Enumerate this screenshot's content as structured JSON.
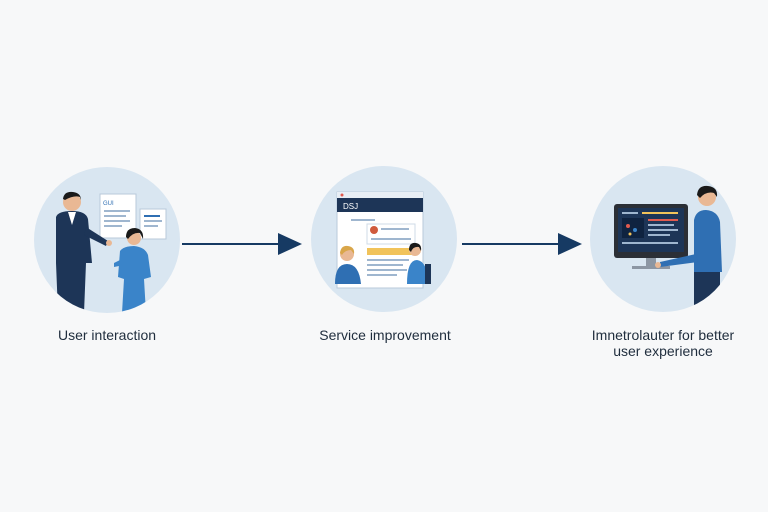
{
  "colors": {
    "background": "#f7f8f9",
    "circle": "#d9e6f1",
    "arrow": "#163a63",
    "navy": "#1d3557",
    "blue": "#2f6fb3",
    "text": "#1f2d3d"
  },
  "steps": [
    {
      "label": "User interaction",
      "icon": "two-people-conversation-icon"
    },
    {
      "label": "Service improvement",
      "icon": "team-at-screen-icon"
    },
    {
      "label_line1": "Imnetrolauter for better",
      "label_line2": "user experience",
      "icon": "person-at-monitor-icon"
    }
  ],
  "screen_texts": {
    "doc_label": "GUI",
    "header_label": "DSJ"
  }
}
